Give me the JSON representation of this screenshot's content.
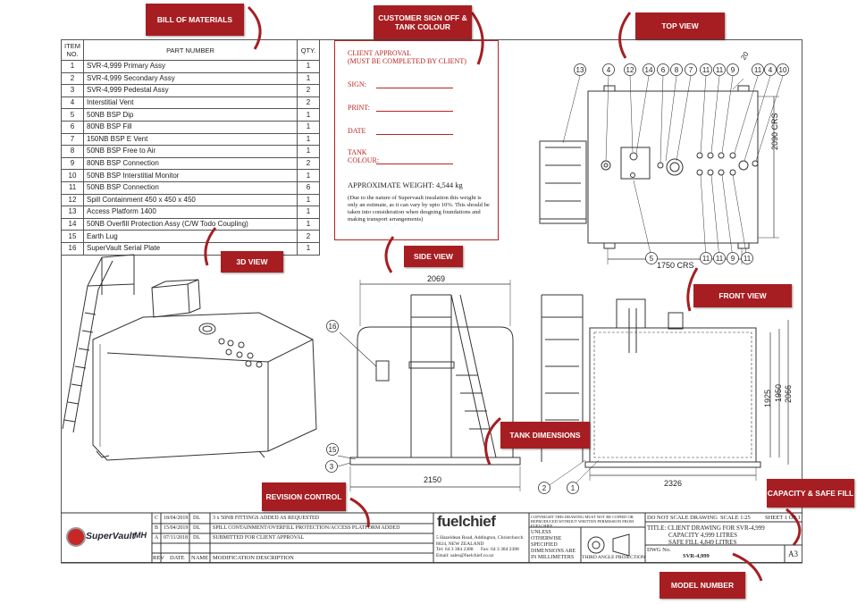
{
  "callouts": {
    "bom": "BILL OF MATERIALS",
    "customer": "CUSTOMER SIGN OFF & TANK COLOUR",
    "top_view": "TOP VIEW",
    "view_3d": "3D VIEW",
    "side_view": "SIDE VIEW",
    "front_view": "FRONT VIEW",
    "tank_dims": "TANK DIMENSIONS",
    "revision": "REVISION CONTROL",
    "capacity": "CAPACITY & SAFE FILL",
    "model": "MODEL NUMBER"
  },
  "bom": {
    "headers": {
      "item": "ITEM NO.",
      "part": "PART NUMBER",
      "qty": "QTY."
    },
    "rows": [
      {
        "no": "1",
        "part": "SVR-4,999 Primary Assy",
        "qty": "1"
      },
      {
        "no": "2",
        "part": "SVR-4,999 Secondary Assy",
        "qty": "1"
      },
      {
        "no": "3",
        "part": "SVR-4,999 Pedestal Assy",
        "qty": "2"
      },
      {
        "no": "4",
        "part": "Interstitial Vent",
        "qty": "2"
      },
      {
        "no": "5",
        "part": "50NB BSP Dip",
        "qty": "1"
      },
      {
        "no": "6",
        "part": "80NB BSP Fill",
        "qty": "1"
      },
      {
        "no": "7",
        "part": "150NB BSP E Vent",
        "qty": "1"
      },
      {
        "no": "8",
        "part": "50NB BSP Free to Air",
        "qty": "1"
      },
      {
        "no": "9",
        "part": "80NB BSP Connection",
        "qty": "2"
      },
      {
        "no": "10",
        "part": "50NB BSP Interstitial Monitor",
        "qty": "1"
      },
      {
        "no": "11",
        "part": "50NB BSP Connection",
        "qty": "6"
      },
      {
        "no": "12",
        "part": "Spill Containment 450 x 450 x 450",
        "qty": "1"
      },
      {
        "no": "13",
        "part": "Access Platform 1400",
        "qty": "1"
      },
      {
        "no": "14",
        "part": "50NB Overfill Protection Assy (C/W Todo Coupling)",
        "qty": "1"
      },
      {
        "no": "15",
        "part": "Earth Lug",
        "qty": "2"
      },
      {
        "no": "16",
        "part": "SuperVault Serial Plate",
        "qty": "1"
      }
    ]
  },
  "approval": {
    "title1": "CLIENT APPROVAL",
    "title2": "(MUST BE COMPLETED BY CLIENT)",
    "sign": "SIGN:",
    "print": "PRINT:",
    "date": "DATE",
    "tank": "TANK",
    "colour": "COLOUR:",
    "weight": "APPROXIMATE WEIGHT: 4,544 kg",
    "note": "(Due to the nature of Supervault insulation this weight is only an estimate, as it can vary by upto 10%. This should be taken into consideration when desgning foundations and making transport arrangements)"
  },
  "dims": {
    "side_width": "2069",
    "side_base": "2150",
    "top_crs_h": "1750 CRS",
    "top_crs_v": "2090 CRS",
    "top_20": "20",
    "front_width": "2326",
    "front_h1": "1925",
    "front_h2": "1950",
    "front_h3": "2066"
  },
  "balloons": {
    "top_row": [
      "13",
      "4",
      "12",
      "14",
      "6",
      "8",
      "7",
      "11",
      "11",
      "9",
      "11",
      "4",
      "10"
    ],
    "top_bottom": [
      "5",
      "11",
      "11",
      "9",
      "11"
    ],
    "side": [
      "16",
      "15",
      "3"
    ],
    "front": [
      "2",
      "1"
    ]
  },
  "revision": {
    "rows": [
      {
        "rev": "C",
        "date": "18/04/2019",
        "name": "DL",
        "desc": "3 x 50NB FITTINGS ADDED AS REQUESTED"
      },
      {
        "rev": "B",
        "date": "15/04/2019",
        "name": "DL",
        "desc": "SPILL CONTAINMENT/OVERFILL PROTECTION/ACCESS PLATFORM ADDED"
      },
      {
        "rev": "A",
        "date": "07/11/2018",
        "name": "DL",
        "desc": "SUBMITTED FOR CLIENT APPROVAL"
      }
    ],
    "headers": {
      "rev": "REV",
      "date": "DATE",
      "name": "NAME",
      "desc": "MODIFICATION DESCRIPTION"
    }
  },
  "brand": {
    "supervault": "SuperVault",
    "mh": "MH",
    "fuelchief": "fuelchief",
    "address": "5 Hazeldean Road, Addington, Christchurch 8024, NEW ZEALAND",
    "phone": "Tel: 64 3 384 2388",
    "fax": "Fax: 64 3 384 2388",
    "email": "Email: sales@fuelchief.co.nz"
  },
  "titleblock": {
    "copyright": "COPYRIGHT THIS DRAWING MUST NOT BE COPIED OR REPRODUCED WITHOUT WRITTEN PERMISSION FROM FUELCHIEF",
    "unless": "UNLESS OTHERWISE SPECIFIED DIMENSIONS ARE IN MILLIMETERS",
    "projection": "THIRD ANGLE PROJECTION",
    "do_not_scale": "DO NOT SCALE DRAWING",
    "scale": "SCALE 1:25",
    "sheet": "SHEET 1 OF 1",
    "title1": "TITLE: CLIENT DRAWING FOR SVR-4,999",
    "title2": "CAPACITY 4,999 LITRES",
    "title3": "SAFE FILL 4,849 LITRES",
    "dwg_label": "DWG No.",
    "dwg_no": "SVR-4,999",
    "size": "A3"
  }
}
